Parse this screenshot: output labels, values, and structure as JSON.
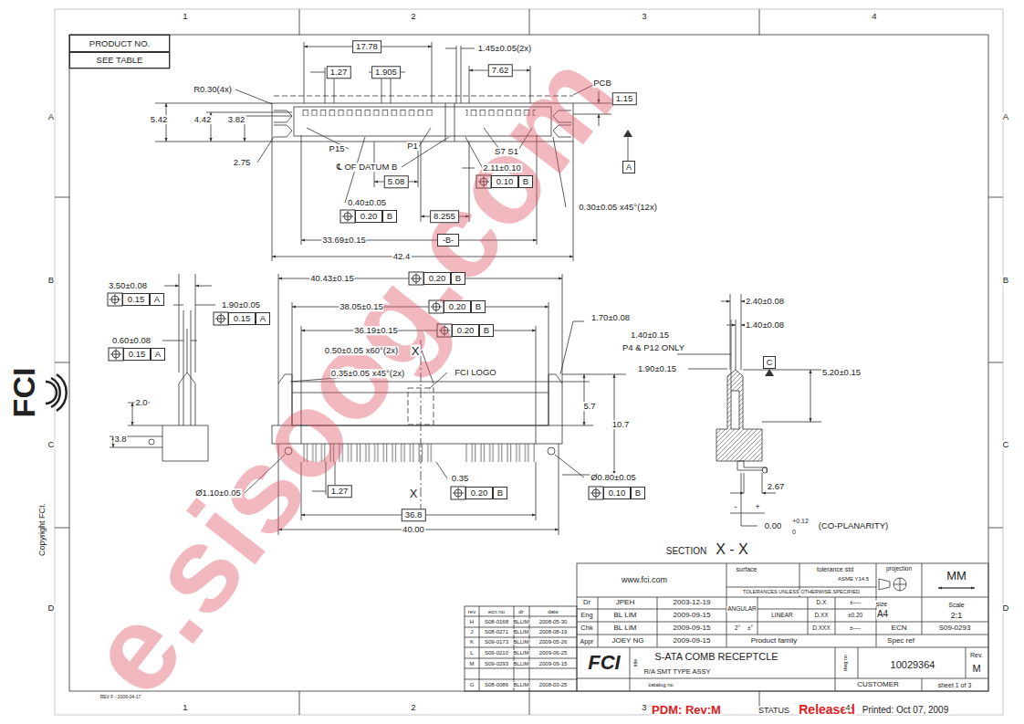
{
  "diagram": {
    "nodes": [
      {
        "text": [
          "PRODUCT NO."
        ]
      },
      {
        "text": [
          "SEE TABLE"
        ]
      },
      {
        "text": [
          "A"
        ]
      },
      {
        "text": [
          "-B-"
        ]
      },
      {
        "text": [
          "C"
        ]
      }
    ],
    "labels": [
      "1",
      "2",
      "3",
      "4",
      "A",
      "B",
      "C",
      "D",
      "A",
      "B",
      "C",
      "D",
      "1",
      "2",
      "3",
      "17.78",
      "1.45±0.05(2x)",
      "1.27",
      "1.905",
      "7.62",
      "PCB",
      "R0.30(4x)",
      "1.15",
      "5.42",
      "4.42",
      "3.82",
      "P15",
      "P1",
      "S7 S1",
      "2.75",
      "℄ OF DATUM B",
      "2.11±0.10",
      "5.08",
      "0.10",
      "B",
      "0.40±0.05",
      "0.20",
      "B",
      "8.255",
      "0.30±0.05 x45°(12x)",
      "33.69±0.15",
      "42.4",
      "40.43±0.15",
      "0.20",
      "B",
      "38.05±0.15",
      "0.20",
      "B",
      "36.19±0.15",
      "0.20",
      "B",
      "0.50±0.05 x60°(2x)",
      "X",
      "0.35±0.05 x45°(2x)",
      "FCI LOGO",
      "1.70±0.08",
      "5.7",
      "10.7",
      "1.27",
      "X",
      "0.35",
      "0.20",
      "B",
      "Ø0.80±0.05",
      "0.10",
      "B",
      "Ø1.10±0.05",
      "36.8",
      "40.00",
      "3.50±0.08",
      "0.15",
      "A",
      "1.90±0.05",
      "0.15",
      "A",
      "0.60±0.08",
      "0.15",
      "A",
      "2.0",
      "3.8",
      "2.40±0.08",
      "1.40±0.08",
      "1.40±0.15",
      "P4 & P12 ONLY",
      "1.90±0.15",
      "5.20±0.15",
      "2.67",
      "-",
      "+",
      "0.00",
      "+0.12",
      "0",
      "(CO-PLANARITY)",
      "SECTION",
      "X - X",
      "Copyright FCI.",
      "FCI",
      "www.fci.com",
      "surface",
      "tolerance std",
      "ASME Y14.5",
      "projection",
      "MM",
      "TOLERANCES UNLESS OTHERWISE SPECIFIED",
      "size",
      "A4",
      "Scale",
      "2:1",
      "Dr",
      "JPEH",
      "2003-12-19",
      "Eng",
      "BL LIM",
      "2009-09-15",
      "Chk",
      "BL LIM",
      "2009-09-15",
      "Appr",
      "JOEY NG",
      "2009-09-15",
      "ANGULAR",
      "LINEAR",
      "D.X",
      "±----",
      "D.XX",
      "±0.20",
      "2°",
      "±°",
      "D.XXX",
      "±----",
      "ECN",
      "S09-0293",
      "Product family",
      "Spec ref",
      "FCI",
      "title",
      "S-ATA COMB RECEPTCLE",
      "R/A SMT TYPE ASSY",
      "dwg no",
      "10029364",
      "Rev.",
      "M",
      "catalog no",
      "CUSTOMER",
      "sheet 1 of 3",
      "rev",
      "ecn no",
      "dr",
      "date",
      "H",
      "S08-0168",
      "BLLIM",
      "2008-05-30",
      "J",
      "S08-0271",
      "BLLIM",
      "2008-08-19",
      "K",
      "S09-0173",
      "BLLIM",
      "2009-05-26",
      "L",
      "S09-0210",
      "BLLIM",
      "2009-06-25",
      "M",
      "S09-0293",
      "BLLIM",
      "2009-09-15",
      "G",
      "S08-0086",
      "BLLIM",
      "2008-03-25",
      "REV F - 2006-04-17",
      "PDM: Rev:M",
      "STATUS",
      "Released",
      "4",
      "Printed: Oct 07, 2009",
      "e.sisoog.com"
    ]
  }
}
